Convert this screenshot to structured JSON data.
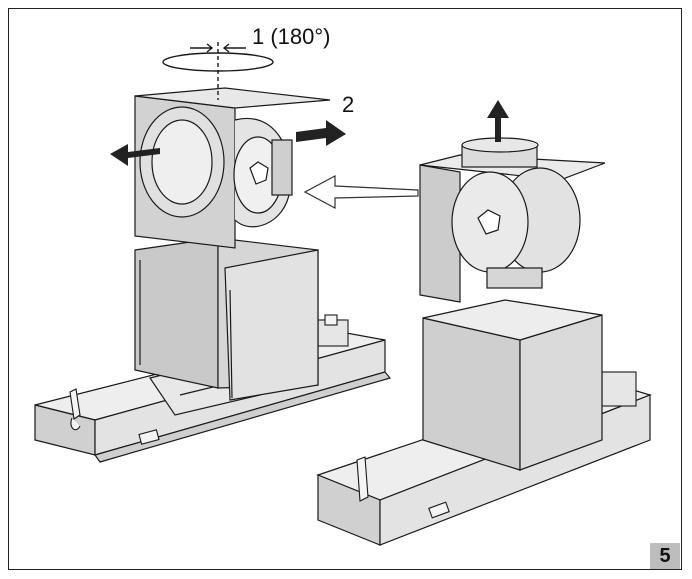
{
  "labels": {
    "step_rotate": "1 (180°)",
    "step_pull": "2"
  },
  "figure_number": "5",
  "colors": {
    "panel": "#d9d9d9",
    "panel_dark": "#bfbfbf",
    "panel_light": "#eeeeee",
    "line": "#1a1a1a",
    "arrow": "#222222"
  }
}
